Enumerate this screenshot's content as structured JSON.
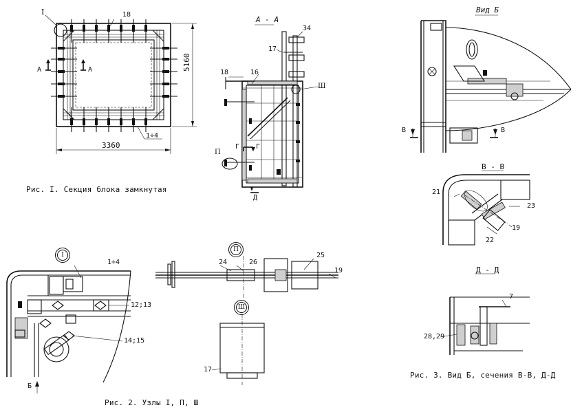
{
  "fig1": {
    "caption": "Рис. I. Секция блока замкнутая",
    "label_node": "I",
    "label_18": "18",
    "label_a_left": "А",
    "label_a_right": "А",
    "dim_width": "3360",
    "dim_height": "5160",
    "label_1_4": "1÷4"
  },
  "section_aa": {
    "title": "А - А",
    "label_34": "34",
    "label_17": "17",
    "label_18": "18",
    "label_16": "16",
    "label_node3": "Ш",
    "label_node2": "П",
    "label_g1": "Г",
    "label_g2": "Г",
    "label_d": "Д"
  },
  "fig2": {
    "caption": "Рис. 2. Узлы I, П, Ш",
    "node1": "I",
    "node2": "П",
    "node3": "Ш",
    "label_1_4": "1÷4",
    "label_12_13": "12;13",
    "label_14_15": "14;15",
    "label_b": "Б",
    "label_24": "24",
    "label_26": "26",
    "label_25": "25",
    "label_19": "19",
    "label_17": "17"
  },
  "fig3": {
    "title_view": "Вид Б",
    "label_v_left": "В",
    "label_v_right": "В",
    "title_vv": "В - В",
    "label_21": "21",
    "label_23": "23",
    "label_19": "19",
    "label_22": "22",
    "title_dd": "Д - Д",
    "label_7": "7",
    "label_28_29": "28,29",
    "caption": "Рис. 3. Вид Б, сечения В-В, Д-Д"
  }
}
